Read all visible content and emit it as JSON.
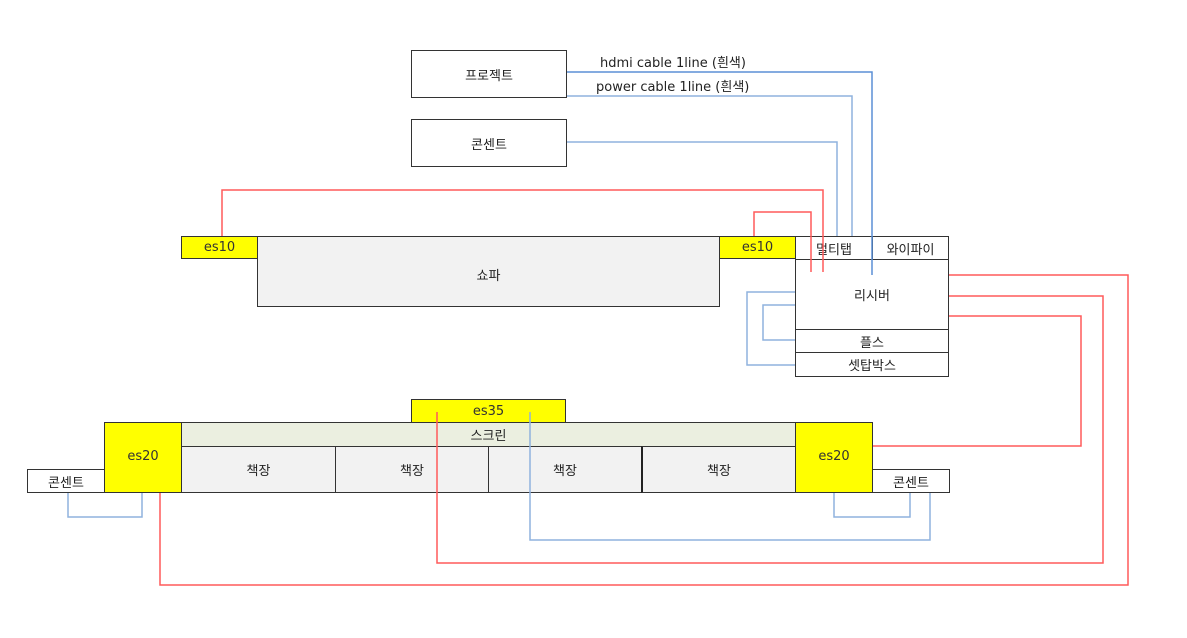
{
  "diagram": {
    "projector": "프로젝트",
    "top_outlet": "콘센트",
    "hdmi_label": "hdmi cable 1line (흰색)",
    "power_label": "power cable 1line (흰색)",
    "sofa": "쇼파",
    "es10_left": "es10",
    "es10_right": "es10",
    "multitap": "멀티탭",
    "wifi": "와이파이",
    "receiver": "리시버",
    "plus": "플스",
    "settop": "셋탑박스",
    "es35": "es35",
    "screen": "스크린",
    "es20_left": "es20",
    "es20_right": "es20",
    "left_outlet": "콘센트",
    "right_outlet": "콘센트",
    "shelves": [
      "책장",
      "책장",
      "책장",
      "책장"
    ],
    "colors": {
      "speaker": "#ffff00",
      "power_wire": "#7ea6d6",
      "speaker_wire": "#ff5a5a",
      "hdmi_wire": "#5b8fd6"
    }
  }
}
